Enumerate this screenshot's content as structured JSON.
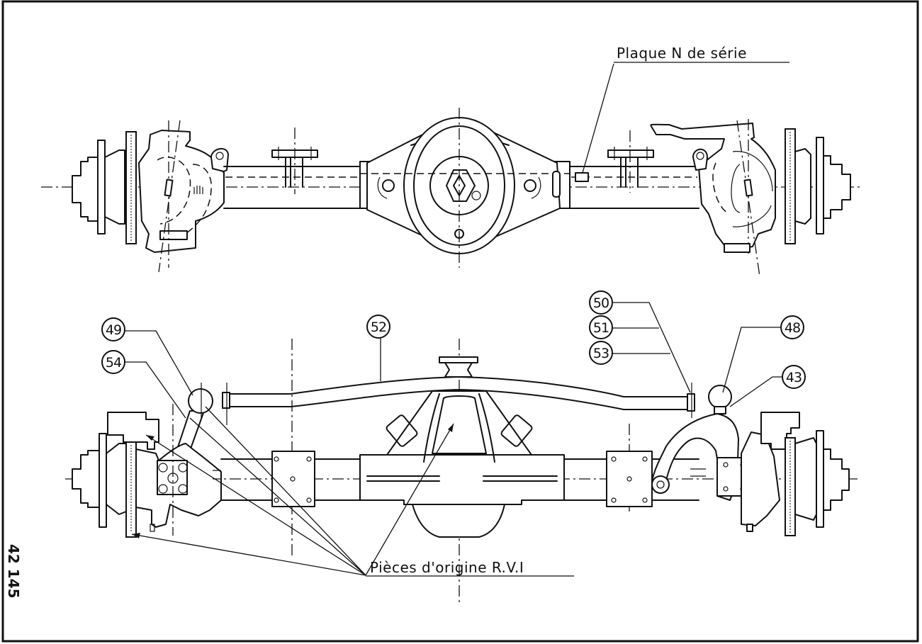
{
  "drawing": {
    "type": "technical-drawing",
    "subject": "rear axle assembly — top and front views",
    "reference_number": "42 145",
    "colors": {
      "ink": "#111111",
      "paper": "#ffffff"
    }
  },
  "top_view": {
    "serial_plate_label": "Plaque N de série"
  },
  "front_view": {
    "callouts": [
      {
        "id": "49",
        "label": "49"
      },
      {
        "id": "54",
        "label": "54"
      },
      {
        "id": "52",
        "label": "52"
      },
      {
        "id": "50",
        "label": "50"
      },
      {
        "id": "51",
        "label": "51"
      },
      {
        "id": "53",
        "label": "53"
      },
      {
        "id": "48",
        "label": "48"
      },
      {
        "id": "43",
        "label": "43"
      }
    ],
    "original_parts_label": "Pièces d'origine R.V.I"
  }
}
